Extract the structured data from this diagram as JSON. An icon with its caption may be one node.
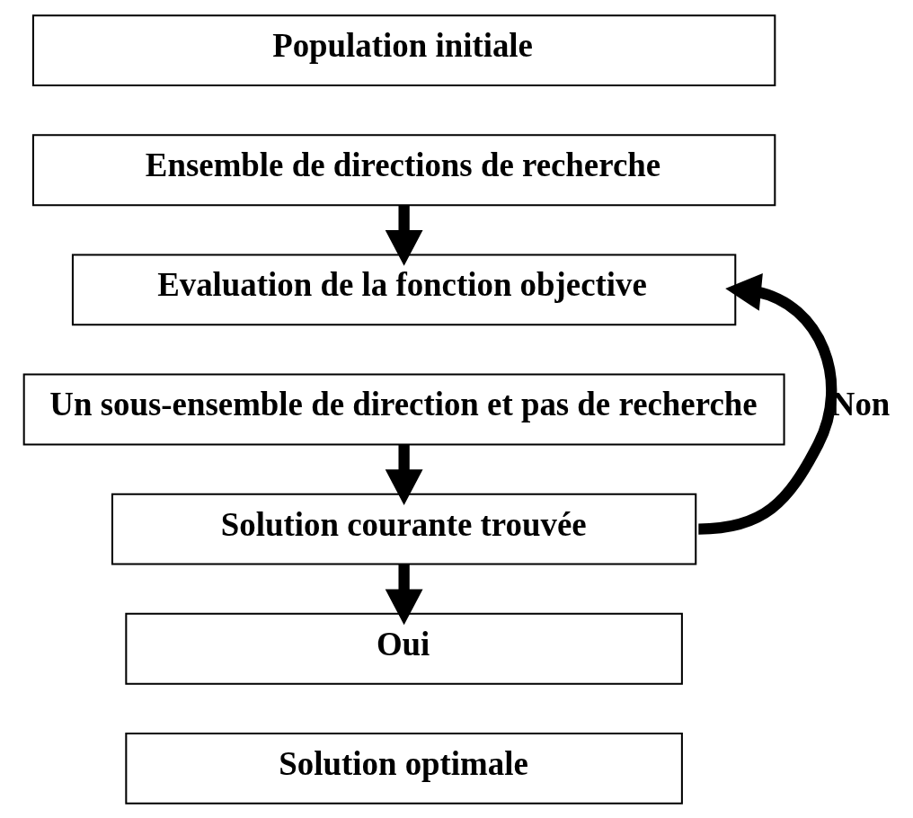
{
  "diagram": {
    "nodes": [
      {
        "text": [
          "Population initiale"
        ]
      },
      {
        "text": [
          "Ensemble de directions de recherche"
        ]
      },
      {
        "text": [
          "Evaluation de la fonction objective"
        ]
      },
      {
        "text": [
          "Un sous-ensemble de direction et pas de recherche"
        ]
      },
      {
        "text": [
          "Solution courante trouvée"
        ]
      },
      {
        "text": [
          "Oui"
        ]
      },
      {
        "text": [
          "Solution optimale"
        ]
      }
    ],
    "edges": [
      {
        "from": 1,
        "to": 2,
        "arrow": "to"
      },
      {
        "from": 3,
        "to": 4,
        "arrow": "to"
      },
      {
        "from": 4,
        "to": 5,
        "arrow": "to"
      },
      {
        "from": 4,
        "to": 2,
        "arrow": "to",
        "label": "Non"
      }
    ]
  }
}
